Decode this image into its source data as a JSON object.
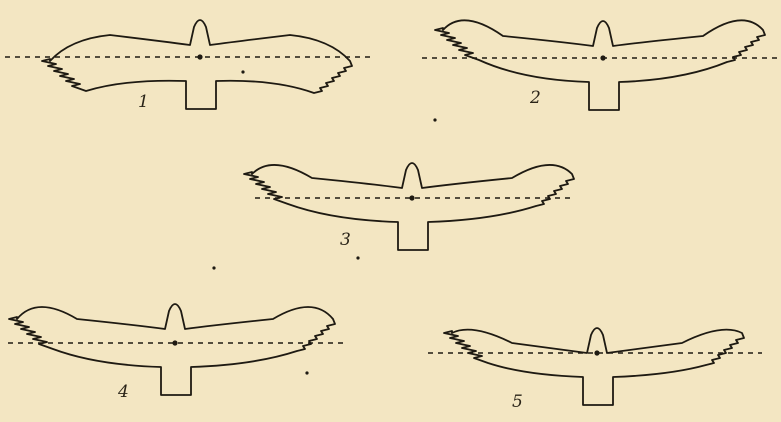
{
  "figure": {
    "background": "#f3e6c2",
    "ink": "#1e1a12",
    "silhouettes": [
      {
        "label": "1"
      },
      {
        "label": "2"
      },
      {
        "label": "3"
      },
      {
        "label": "4"
      },
      {
        "label": "5"
      }
    ]
  }
}
